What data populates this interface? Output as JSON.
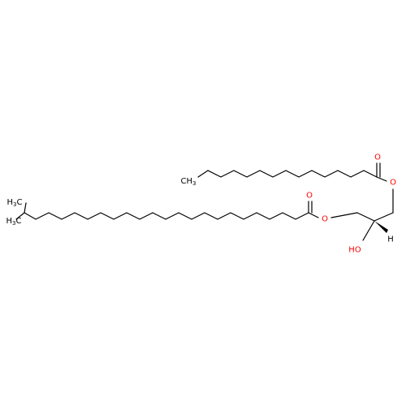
{
  "molecule": {
    "atoms": {
      "ch3_top": {
        "symbol": "C",
        "sub": "H",
        "count": "3"
      },
      "ch3_left_a": {
        "symbol": "H",
        "sub": "C",
        "count": "3",
        "order": "H3C"
      },
      "ch3_left_b": {
        "symbol": "H",
        "sub": "C",
        "count": "3",
        "order": "H3C"
      },
      "o_carbonyl_top": "O",
      "o_ester_top": "O",
      "o_carbonyl_bottom": "O",
      "o_ester_bottom": "O",
      "hydroxyl": "HO",
      "stereo_h": "H"
    },
    "colors": {
      "bond": "#000000",
      "oxygen": "#ff0000",
      "carbon": "#000000"
    }
  }
}
